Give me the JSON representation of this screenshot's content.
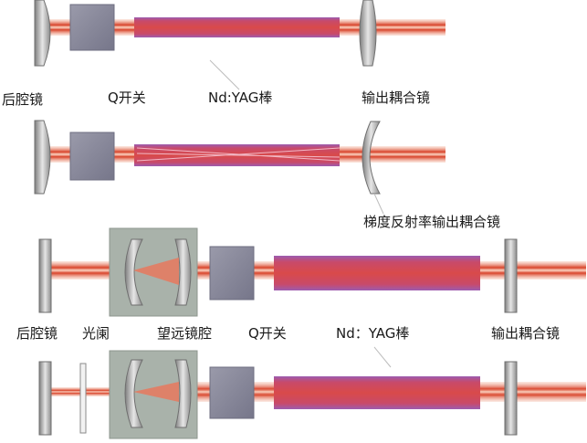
{
  "labels": {
    "rear_mirror_1": "后腔镜",
    "q_switch_1": "Q开关",
    "rod_1": "Nd:YAG棒",
    "output_coupler_1": "输出耦合镜",
    "gradient_coupler": "梯度反射率输出耦合镜",
    "rear_mirror_2": "后腔镜",
    "aperture": "光阑",
    "telescope": "望远镜腔",
    "q_switch_2": "Q开关",
    "rod_2": "Nd：YAG棒",
    "output_coupler_2": "输出耦合镜"
  },
  "colors": {
    "beam": "#d8432a",
    "beam_core": "#fbd2c0",
    "rod": "#c43a5a",
    "rod_edge": "#9c5cb0",
    "mirror": "#9a9a9a",
    "q_switch": "#878797",
    "telescope_box": "#a9b2aa",
    "leader": "#bdbdbd"
  }
}
